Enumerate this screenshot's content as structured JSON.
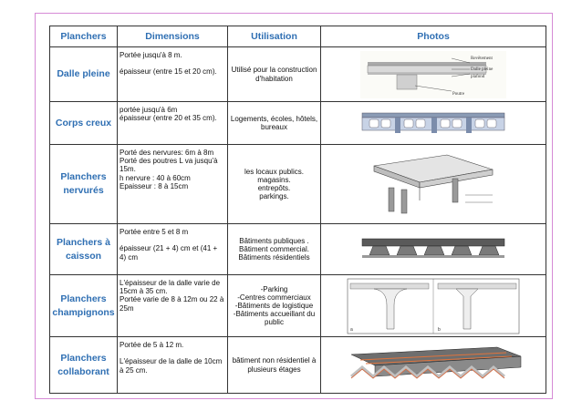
{
  "headers": [
    "Planchers",
    "Dimensions",
    "Utilisation",
    "Photos"
  ],
  "rows": [
    {
      "name": "Dalle pleine",
      "dim": "Portée jusqu'à 8 m.\n\népaisseur (entre 15 et 20 cm).",
      "use": "Utilisé pour la construction d'habitation",
      "photo_icon": "dalle-pleine-section-drawing",
      "photo_labels": [
        "Revêtement",
        "Dalle pleine",
        "plafond",
        "Poutre"
      ]
    },
    {
      "name": "Corps creux",
      "dim": "portée jusqu'à 6m\népaisseur (entre 20 et 35 cm).",
      "use": "Logements, écoles, hôtels, bureaux",
      "photo_icon": "corps-creux-section-drawing"
    },
    {
      "name": "Planchers nervurés",
      "dim": "Porté des nervures: 6m à 8m\nPorté des poutres L va jusqu'à 15m.\nh nervure : 40 à 60cm\nEpaisseur : 8 à 15cm",
      "use": "les locaux publics.\nmagasins.\nentrepôts.\nparkings.",
      "photo_icon": "planchers-nervures-3d-drawing"
    },
    {
      "name": "Planchers à caisson",
      "dim": "Portée entre 5 et 8 m\n\népaisseur (21 + 4) cm et (41 + 4) cm",
      "use": "Bâtiments publiques .\nBâtiment commercial.\nBâtiments résidentiels",
      "photo_icon": "planchers-caisson-drawing"
    },
    {
      "name": "Planchers champignons",
      "dim": "L'épaisseur de la dalle varie de 15cm à 35 cm.\nPortée varie de 8 à 12m ou 22 à 25m",
      "use": "-Parking\n-Centres commerciaux\n-Bâtiments de logistique\n-Bâtiments accueillant du public",
      "photo_icon": "planchers-champignons-drawing",
      "photo_labels": [
        "a",
        "b"
      ]
    },
    {
      "name": "Planchers collaborant",
      "dim": "Portée de 5 à 12 m.\n\nL'épaisseur de la dalle de 10cm à 25 cm.",
      "use": "bâtiment non résidentiel à plusieurs étages",
      "photo_icon": "planchers-collaborant-drawing"
    }
  ]
}
